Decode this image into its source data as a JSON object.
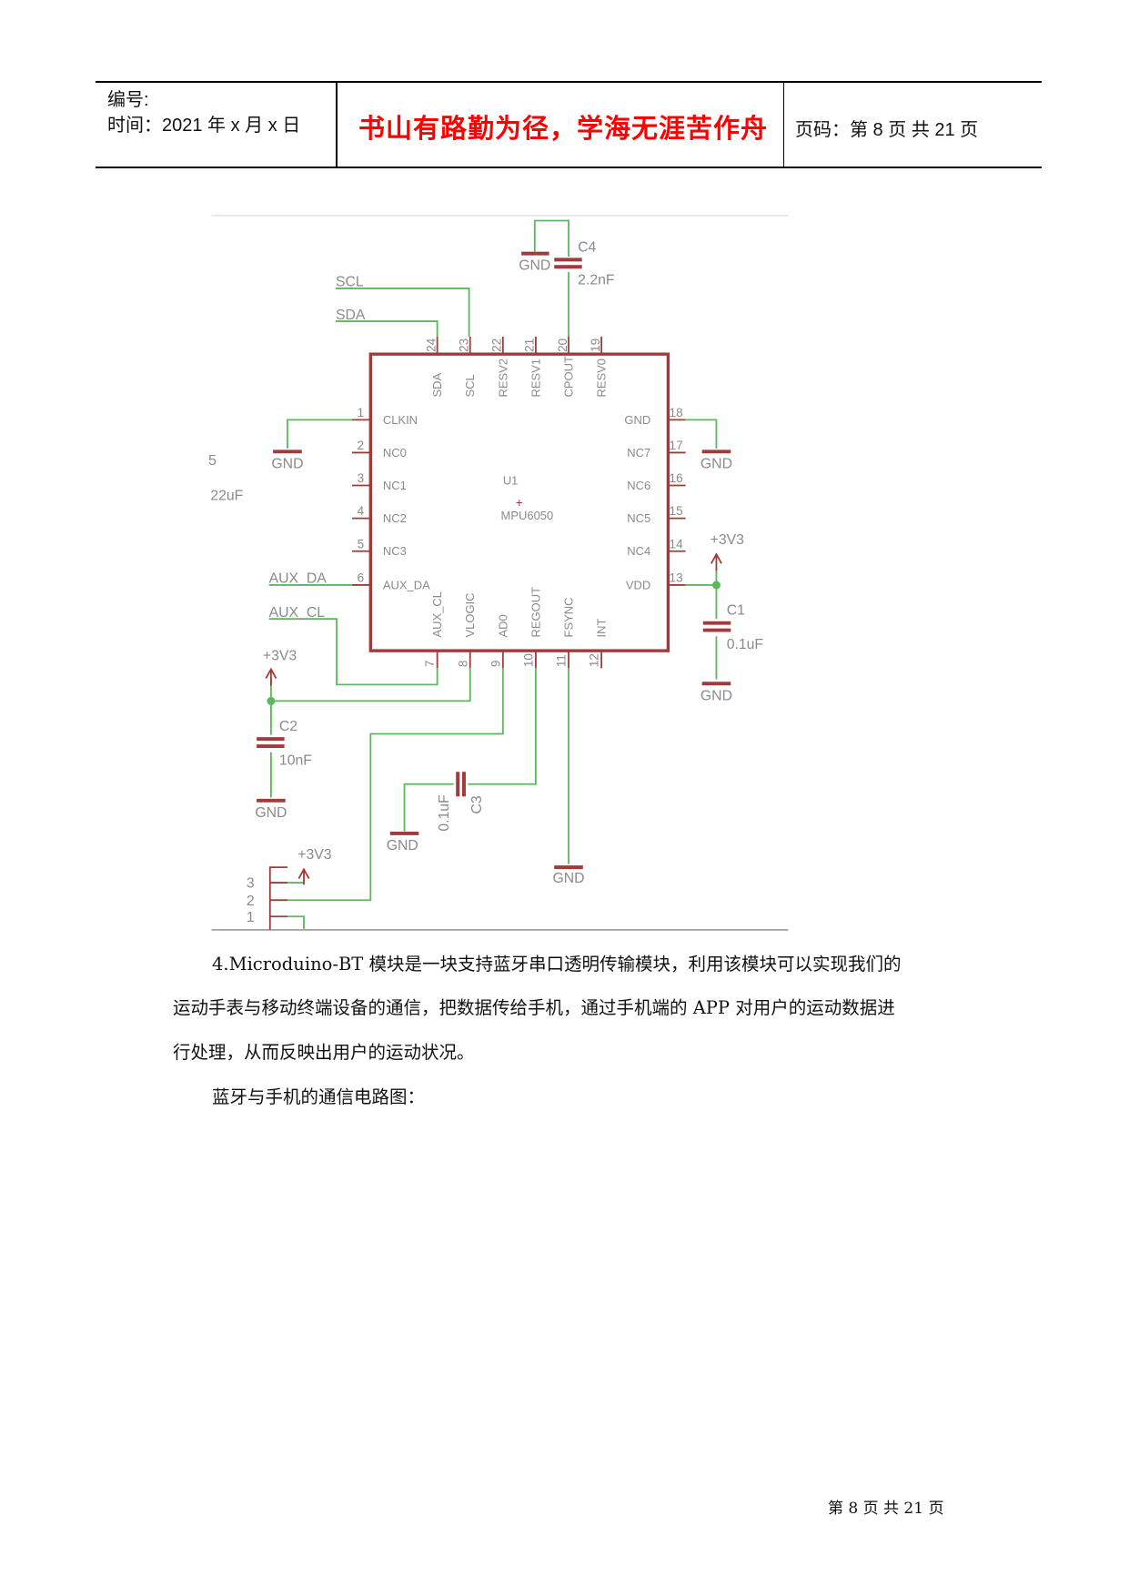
{
  "header": {
    "number_label": "编号:",
    "date_label": "时间：2021 年 x 月 x 日",
    "motto": "书山有路勤为径，学海无涯苦作舟",
    "page_info": "页码：第 8 页  共 21 页"
  },
  "schematic": {
    "chip_ref": "U1",
    "chip_name": "MPU6050",
    "top_pins": [
      {
        "num": "24",
        "name": "SDA"
      },
      {
        "num": "23",
        "name": "SCL"
      },
      {
        "num": "22",
        "name": "RESV2"
      },
      {
        "num": "21",
        "name": "RESV1"
      },
      {
        "num": "20",
        "name": "CPOUT"
      },
      {
        "num": "19",
        "name": "RESV0"
      }
    ],
    "left_pins": [
      {
        "num": "1",
        "name": "CLKIN"
      },
      {
        "num": "2",
        "name": "NC0"
      },
      {
        "num": "3",
        "name": "NC1"
      },
      {
        "num": "4",
        "name": "NC2"
      },
      {
        "num": "5",
        "name": "NC3"
      },
      {
        "num": "6",
        "name": "AUX_DA"
      }
    ],
    "right_pins": [
      {
        "num": "18",
        "name": "GND"
      },
      {
        "num": "17",
        "name": "NC7"
      },
      {
        "num": "16",
        "name": "NC6"
      },
      {
        "num": "15",
        "name": "NC5"
      },
      {
        "num": "14",
        "name": "NC4"
      },
      {
        "num": "13",
        "name": "VDD"
      }
    ],
    "bottom_pins": [
      {
        "num": "7",
        "name": "AUX_CL"
      },
      {
        "num": "8",
        "name": "VLOGIC"
      },
      {
        "num": "9",
        "name": "AD0"
      },
      {
        "num": "10",
        "name": "REGOUT"
      },
      {
        "num": "11",
        "name": "FSYNC"
      },
      {
        "num": "12",
        "name": "INT"
      }
    ],
    "nets": {
      "scl": "SCL",
      "sda": "SDA",
      "aux_da": "AUX_DA",
      "aux_cl": "AUX_CL",
      "vcc": "+3V3",
      "gnd": "GND"
    },
    "caps": {
      "c1": {
        "ref": "C1",
        "value": "0.1uF"
      },
      "c2": {
        "ref": "C2",
        "value": "10nF"
      },
      "c3": {
        "ref": "C3",
        "value": "0.1uF"
      },
      "c4": {
        "ref": "C4",
        "value": "2.2nF"
      }
    },
    "connector_pins": [
      "3",
      "2",
      "1"
    ],
    "cut_off_ref": "5",
    "cut_off_value": "22uF"
  },
  "body": {
    "para1_line1": "4.Microduino-BT 模块是一块支持蓝牙串口透明传输模块，利用该模块可以实现我们的",
    "para1_line2": "运动手表与移动终端设备的通信，把数据传给手机，通过手机端的 APP 对用户的运动数据进",
    "para1_line3": "行处理，从而反映出用户的运动状况。",
    "para2": "蓝牙与手机的通信电路图："
  },
  "footer": {
    "page": "第  8  页  共  21  页"
  }
}
